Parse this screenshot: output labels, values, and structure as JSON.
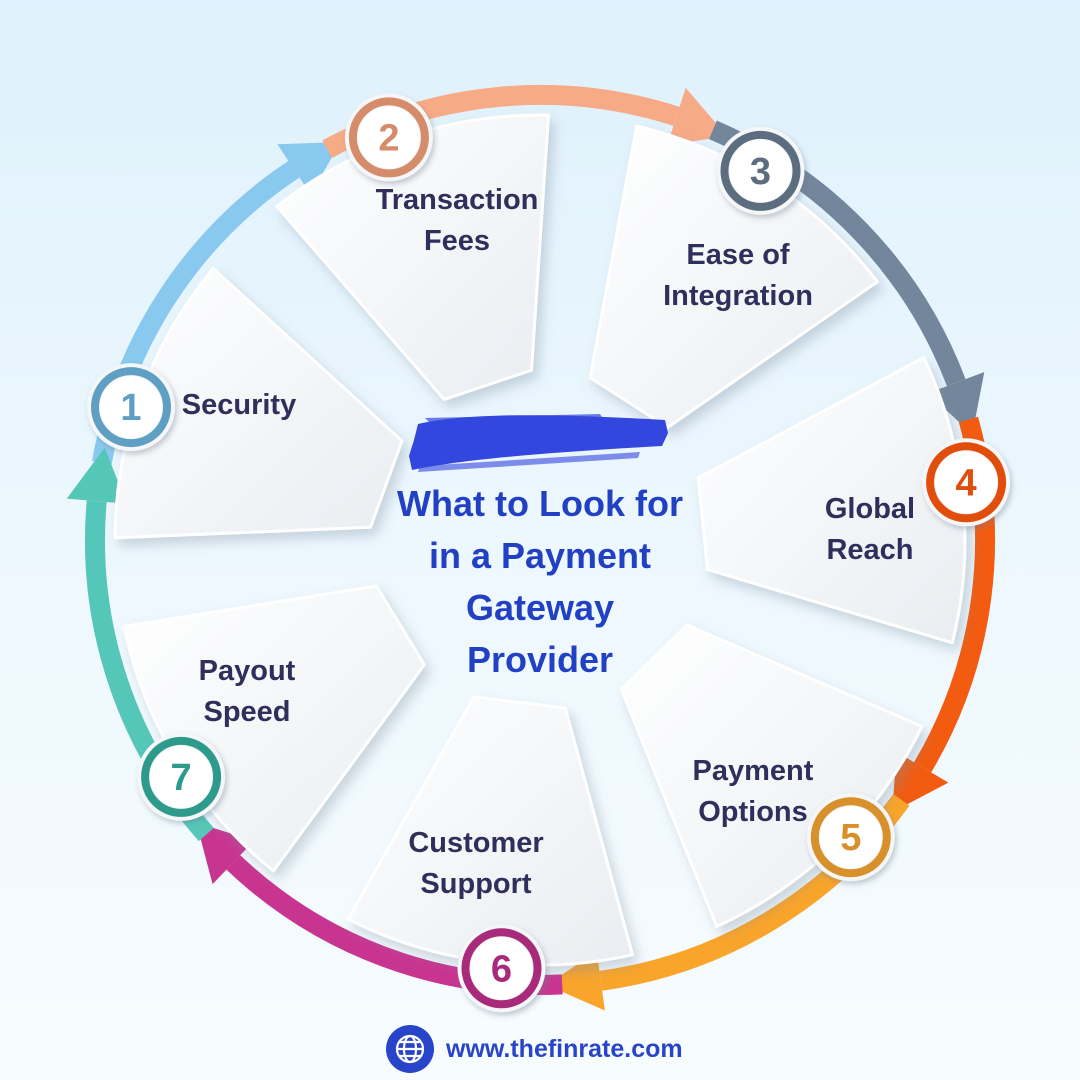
{
  "title_lines": [
    "What to Look for",
    "in a Payment",
    "Gateway",
    "Provider"
  ],
  "footer": {
    "website": "www.thefinrate.com",
    "icon": "globe-icon"
  },
  "steps": [
    {
      "number": "1",
      "label_lines": [
        "Security"
      ],
      "color": "#8ac9ef",
      "badge_color": "#5f9fc4"
    },
    {
      "number": "2",
      "label_lines": [
        "Transaction",
        "Fees"
      ],
      "color": "#f7aa86",
      "badge_color": "#d58c6b"
    },
    {
      "number": "3",
      "label_lines": [
        "Ease of",
        "Integration"
      ],
      "color": "#73869c",
      "badge_color": "#5c6d80"
    },
    {
      "number": "4",
      "label_lines": [
        "Global",
        "Reach"
      ],
      "color": "#f25b10",
      "badge_color": "#e04e0a"
    },
    {
      "number": "5",
      "label_lines": [
        "Payment",
        "Options"
      ],
      "color": "#f9a42a",
      "badge_color": "#d7902a"
    },
    {
      "number": "6",
      "label_lines": [
        "Customer",
        "Support"
      ],
      "color": "#c83590",
      "badge_color": "#a8297a"
    },
    {
      "number": "7",
      "label_lines": [
        "Payout",
        "Speed"
      ],
      "color": "#55c7b8",
      "badge_color": "#2f9a8b"
    }
  ]
}
